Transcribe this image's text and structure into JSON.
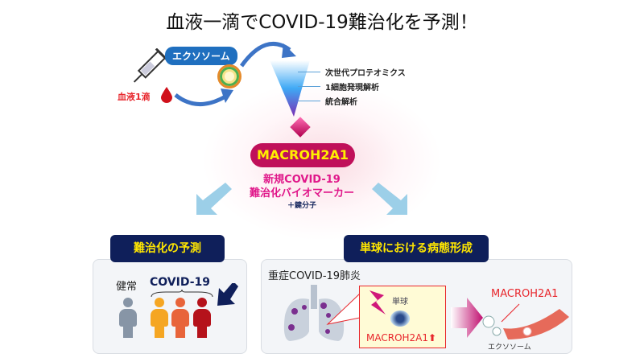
{
  "title": "血液一滴でCOVID-19難治化を予測！",
  "top": {
    "blood_label": "血液1滴",
    "exosome_label": "エクソソーム",
    "analysis": [
      "次世代プロテオミクス",
      "1細胞発現解析",
      "統合解析"
    ],
    "marker": "MACROH2A1",
    "marker_desc1": "新規COVID-19",
    "marker_desc2": "難治化バイオマーカー",
    "marker_note": "＋鍵分子"
  },
  "left": {
    "title": "難治化の予測",
    "healthy": "健常",
    "covid": "COVID-19"
  },
  "right": {
    "title": "単球における病態形成",
    "subtitle": "重症COVID-19肺炎",
    "monocyte": "単球",
    "marker_up": "MACROH2A1",
    "up_arrow": "⬆",
    "marker_label": "MACROH2A1",
    "exosome_label": "エクソソーム"
  },
  "colors": {
    "navy": "#0f1f5a",
    "yellow": "#ffe600",
    "magenta": "#c0105a",
    "red": "#e8262c",
    "blue": "#1f6fbf"
  }
}
